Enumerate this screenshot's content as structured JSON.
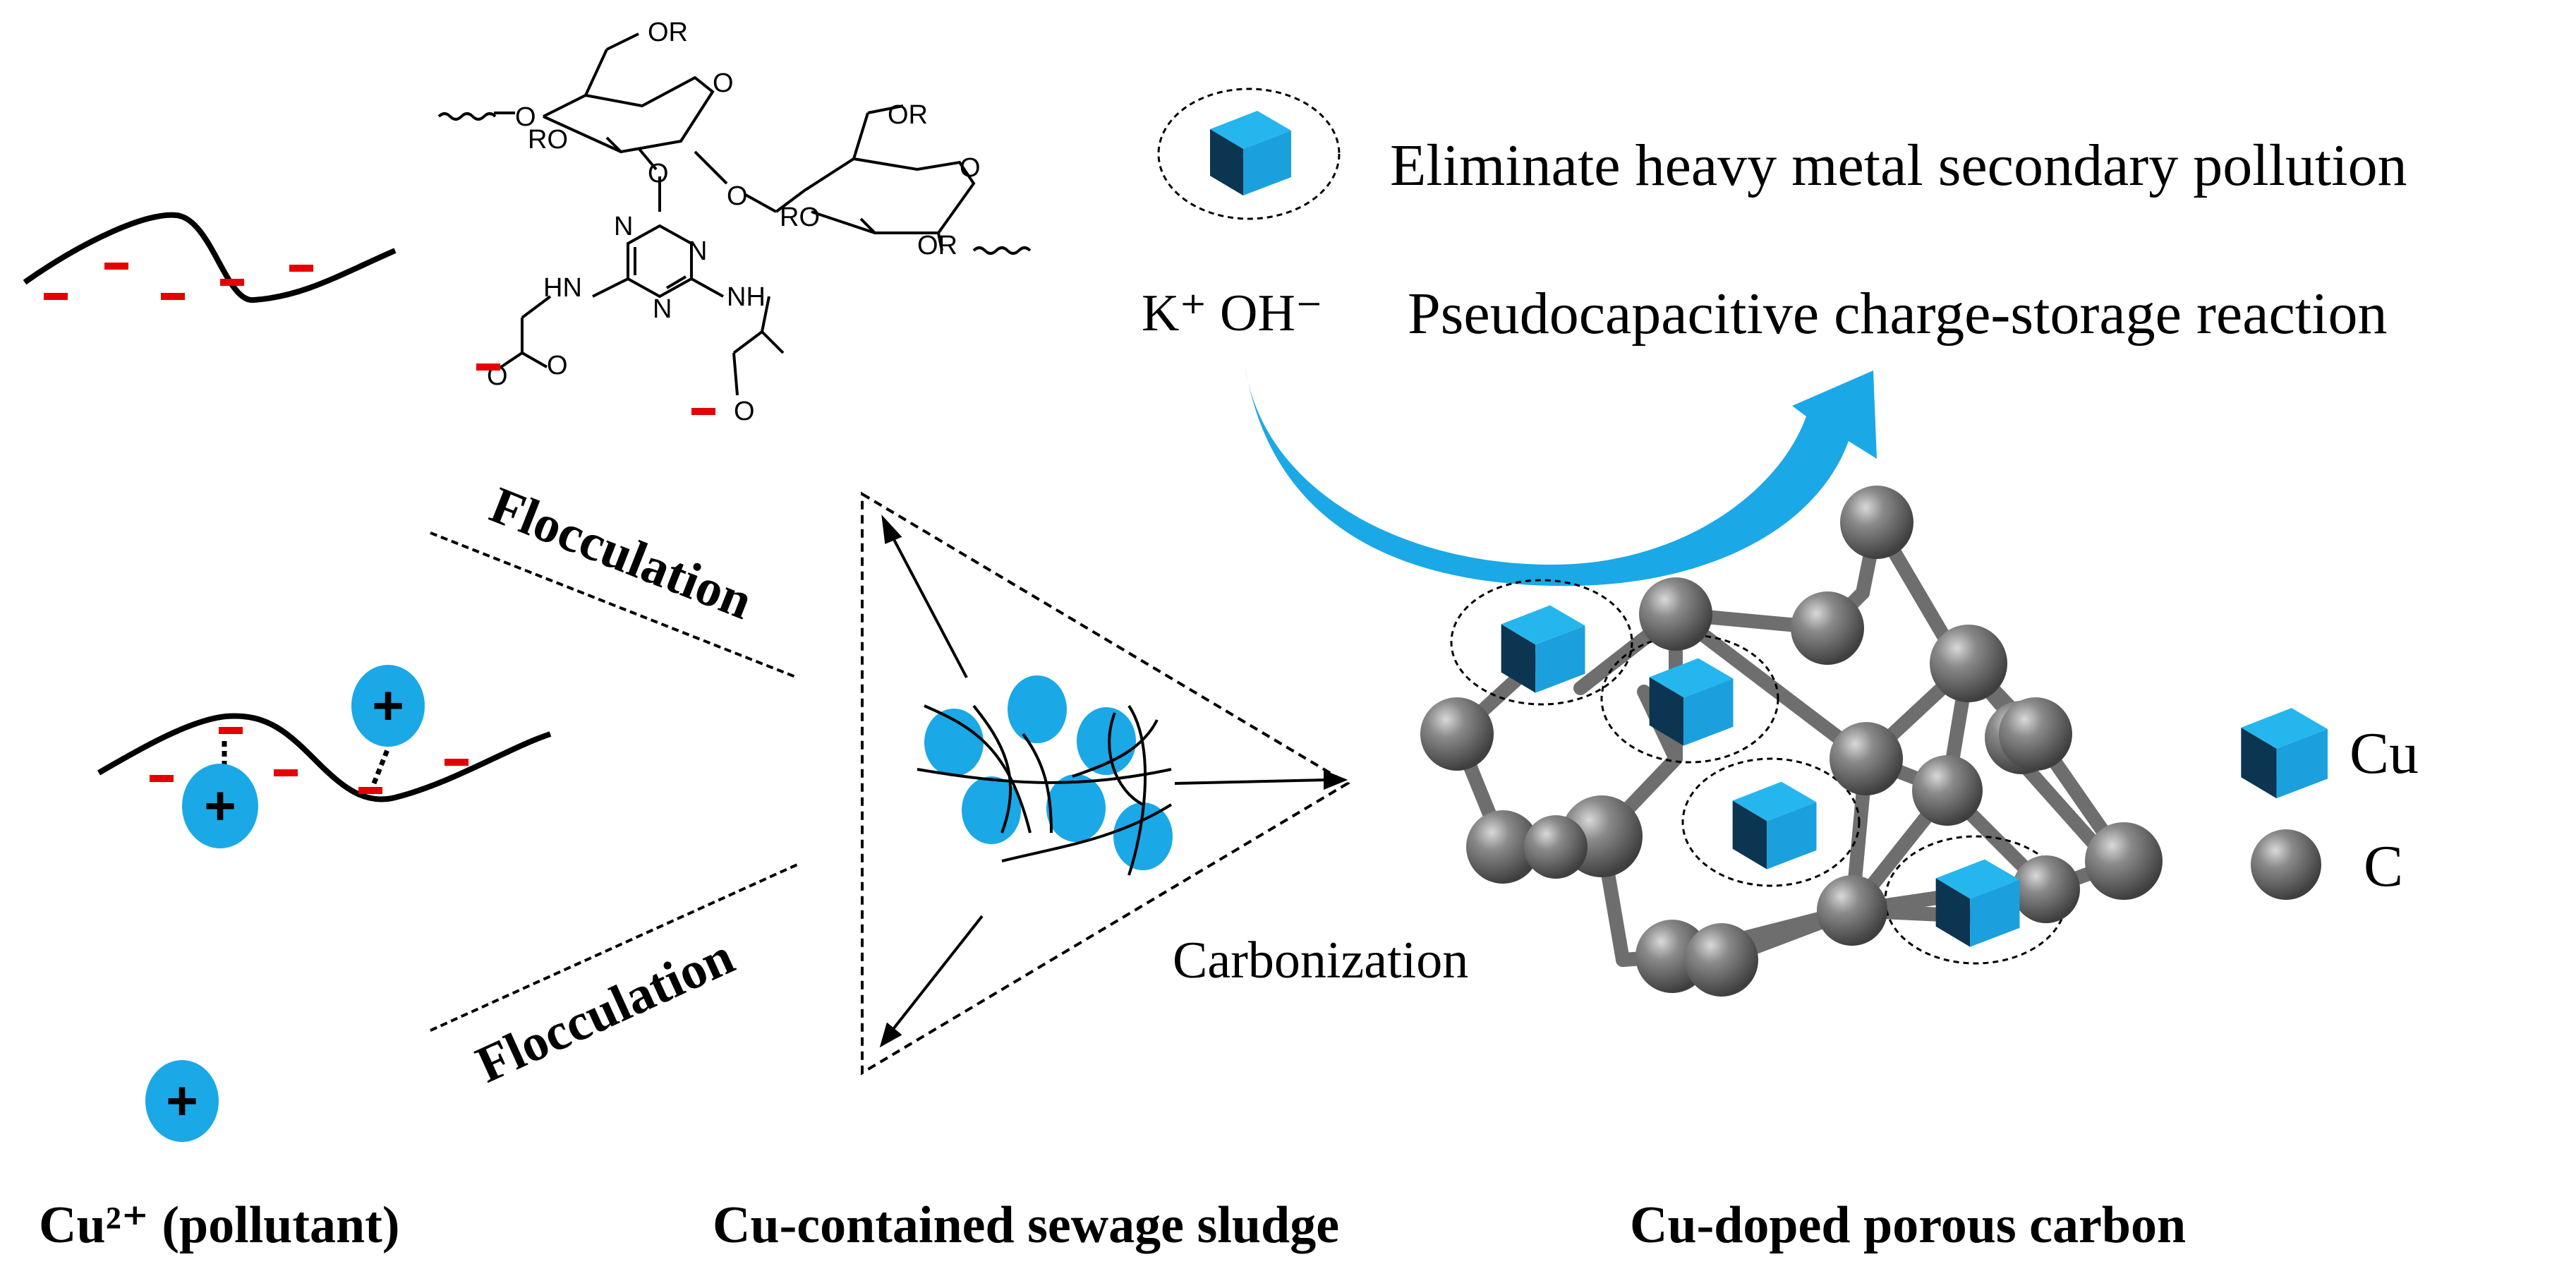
{
  "top_right": {
    "line1": "Eliminate heavy metal secondary pollution",
    "line2": "Pseudocapacitive charge-storage reaction",
    "ions": "K⁺ OH⁻"
  },
  "arrows": {
    "flocculation_upper": "Flocculation",
    "flocculation_lower": "Flocculation",
    "carbonization": "Carbonization"
  },
  "legend": {
    "cu": "Cu",
    "c": "C"
  },
  "bottom_labels": {
    "pollutant": "Cu²⁺ (pollutant)",
    "sludge": "Cu-contained sewage sludge",
    "carbon": "Cu-doped porous carbon"
  },
  "chem": {
    "or_top": "OR",
    "ro_left": "RO",
    "or_right": "OR",
    "ro_right": "RO",
    "or_bottom": "OR",
    "hn": "HN",
    "nh": "NH",
    "n1": "N",
    "n2": "N",
    "n3": "N",
    "o1": "O",
    "o2": "O",
    "o3": "O",
    "o4": "O",
    "o5": "O",
    "o6": "O",
    "o7": "O",
    "o8": "O"
  },
  "signs": {
    "plus": "+"
  },
  "colors": {
    "cu_blue": "#1BA8E6",
    "cu_dark": "#0B2F45",
    "cu_mid": "#0A85C2",
    "carbon_gray": "#6B6B6B",
    "negative_red": "#E60000",
    "arrow_blue": "#1BA8E6"
  }
}
